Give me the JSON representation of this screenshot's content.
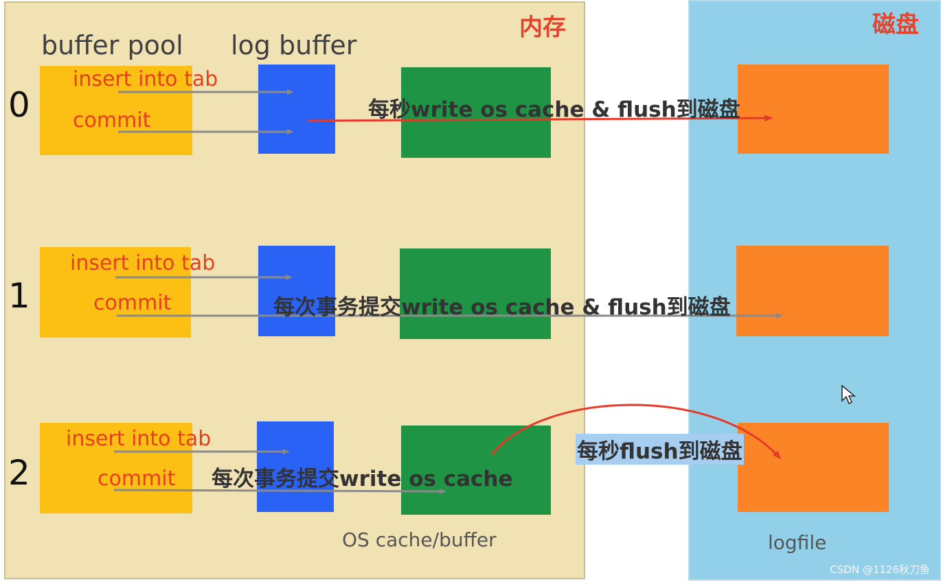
{
  "regions": {
    "memory_label": "内存",
    "disk_label": "磁盘"
  },
  "headings": {
    "buffer_pool": "buffer pool",
    "log_buffer": "log buffer",
    "os_cache": "OS cache/buffer",
    "logfile": "logfile"
  },
  "rows": [
    {
      "mode": "0",
      "insert": "insert into tab",
      "commit": "commit",
      "caption": "每秒write os cache & flush到磁盘"
    },
    {
      "mode": "1",
      "insert": "insert into tab",
      "commit": "commit",
      "caption": "每次事务提交write os cache & flush到磁盘"
    },
    {
      "mode": "2",
      "insert": "insert into tab",
      "commit": "commit",
      "caption": "每次事务提交write os cache",
      "caption_flush": "每秒flush到磁盘"
    }
  ],
  "watermark": "CSDN @1126秋刀鱼",
  "colors": {
    "memory_bg": "#f1e2b3",
    "disk_bg": "#92d0ea",
    "buffer_pool": "#fcbf14",
    "log_buffer": "#2a62f5",
    "os_cache": "#1f9444",
    "logfile": "#fb8426",
    "accent_red": "#e5401e"
  },
  "icons": [
    "arrow-icon",
    "mouse-pointer-icon"
  ]
}
